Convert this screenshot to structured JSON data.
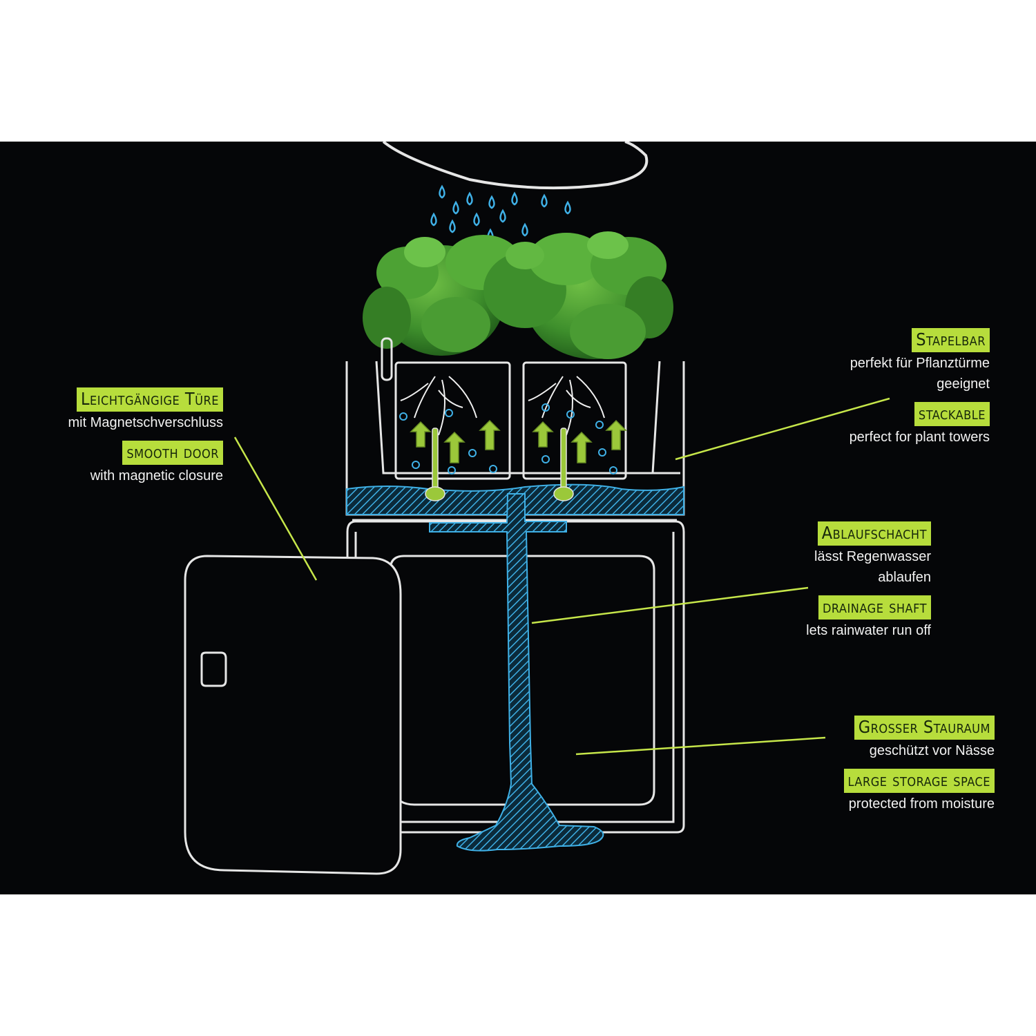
{
  "colors": {
    "background": "#050608",
    "tag_bg": "#b7dd3c",
    "leader_line": "#c6e64a",
    "chalk_outline": "#e6e6e6",
    "water": "#3fb0e6",
    "plant_green": "#3e8f2c",
    "arrow_green": "#9bc83a"
  },
  "callouts": {
    "door": {
      "de_title": "Leichtgängige Türe",
      "de_desc": "mit Magnetschverschluss",
      "en_title": "smooth door",
      "en_desc": "with magnetic closure"
    },
    "stackable": {
      "de_title": "Stapelbar",
      "de_desc_1": "perfekt für Pflanztürme",
      "de_desc_2": "geeignet",
      "en_title": "stackable",
      "en_desc": "perfect for plant towers"
    },
    "drainage": {
      "de_title": "Ablaufschacht",
      "de_desc_1": "lässt Regenwasser",
      "de_desc_2": "ablaufen",
      "en_title": "drainage shaft",
      "en_desc": "lets rainwater run off"
    },
    "storage": {
      "de_title": "Großer Stauraum",
      "de_desc": "geschützt vor Nässe",
      "en_title": "large storage space",
      "en_desc": "protected from moisture"
    }
  },
  "illustration": {
    "elements": [
      "rain-cloud",
      "rain-drops",
      "basil-plants",
      "planter-top",
      "water-reservoir",
      "drainage-shaft",
      "storage-box",
      "open-door",
      "puddle"
    ]
  }
}
